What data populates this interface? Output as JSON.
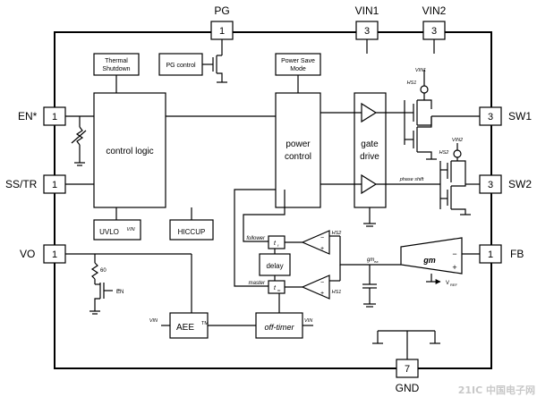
{
  "pins": {
    "pg": {
      "name": "PG",
      "num": "1"
    },
    "vin1": {
      "name": "VIN1",
      "num": "3"
    },
    "vin2": {
      "name": "VIN2",
      "num": "3"
    },
    "en": {
      "name": "EN*",
      "num": "1"
    },
    "sstr": {
      "name": "SS/TR",
      "num": "1"
    },
    "vo": {
      "name": "VO",
      "num": "1"
    },
    "sw1": {
      "name": "SW1",
      "num": "3"
    },
    "sw2": {
      "name": "SW2",
      "num": "3"
    },
    "fb": {
      "name": "FB",
      "num": "1"
    },
    "gnd": {
      "name": "GND",
      "num": "7"
    }
  },
  "blocks": {
    "thermal_line1": "Thermal",
    "thermal_line2": "Shutdown",
    "pg_control": "PG control",
    "power_save_line1": "Power Save",
    "power_save_line2": "Mode",
    "control_logic": "control logic",
    "power_control_line1": "power",
    "power_control_line2": "control",
    "gate_drive_line1": "gate",
    "gate_drive_line2": "drive",
    "uvlo": "UVLO",
    "uvlo_vin": "VIN",
    "hiccup": "HICCUP",
    "delay": "delay",
    "aee": "AEE",
    "aee_tm": "TM",
    "off_timer": "off-timer",
    "aee_vin": "VIN",
    "off_timer_vin": "VIN",
    "gm_label": "gm"
  },
  "labels": {
    "vin1_small": "VIN1",
    "hs1_top": "HS1",
    "hs2_top": "HS2",
    "vin2_small": "VIN2",
    "phase_shift": "phase shift",
    "follower": "follower",
    "master": "master",
    "hs2_comp": "HS2",
    "hs1_comp": "HS1",
    "gm_ea": "gm",
    "gm_ea_sub": "ea",
    "vref": "V",
    "vref_sub": "REF",
    "resistor_60": "60",
    "en_bar": "EN",
    "t_follower": "t",
    "t_follower_sub": "f",
    "t_master": "t",
    "t_master_sub": "m",
    "minus1": "−",
    "plus1": "+",
    "minus2": "−",
    "plus2": "+",
    "gm_minus": "−",
    "gm_plus": "+"
  },
  "watermark": "21IC 中国电子网"
}
